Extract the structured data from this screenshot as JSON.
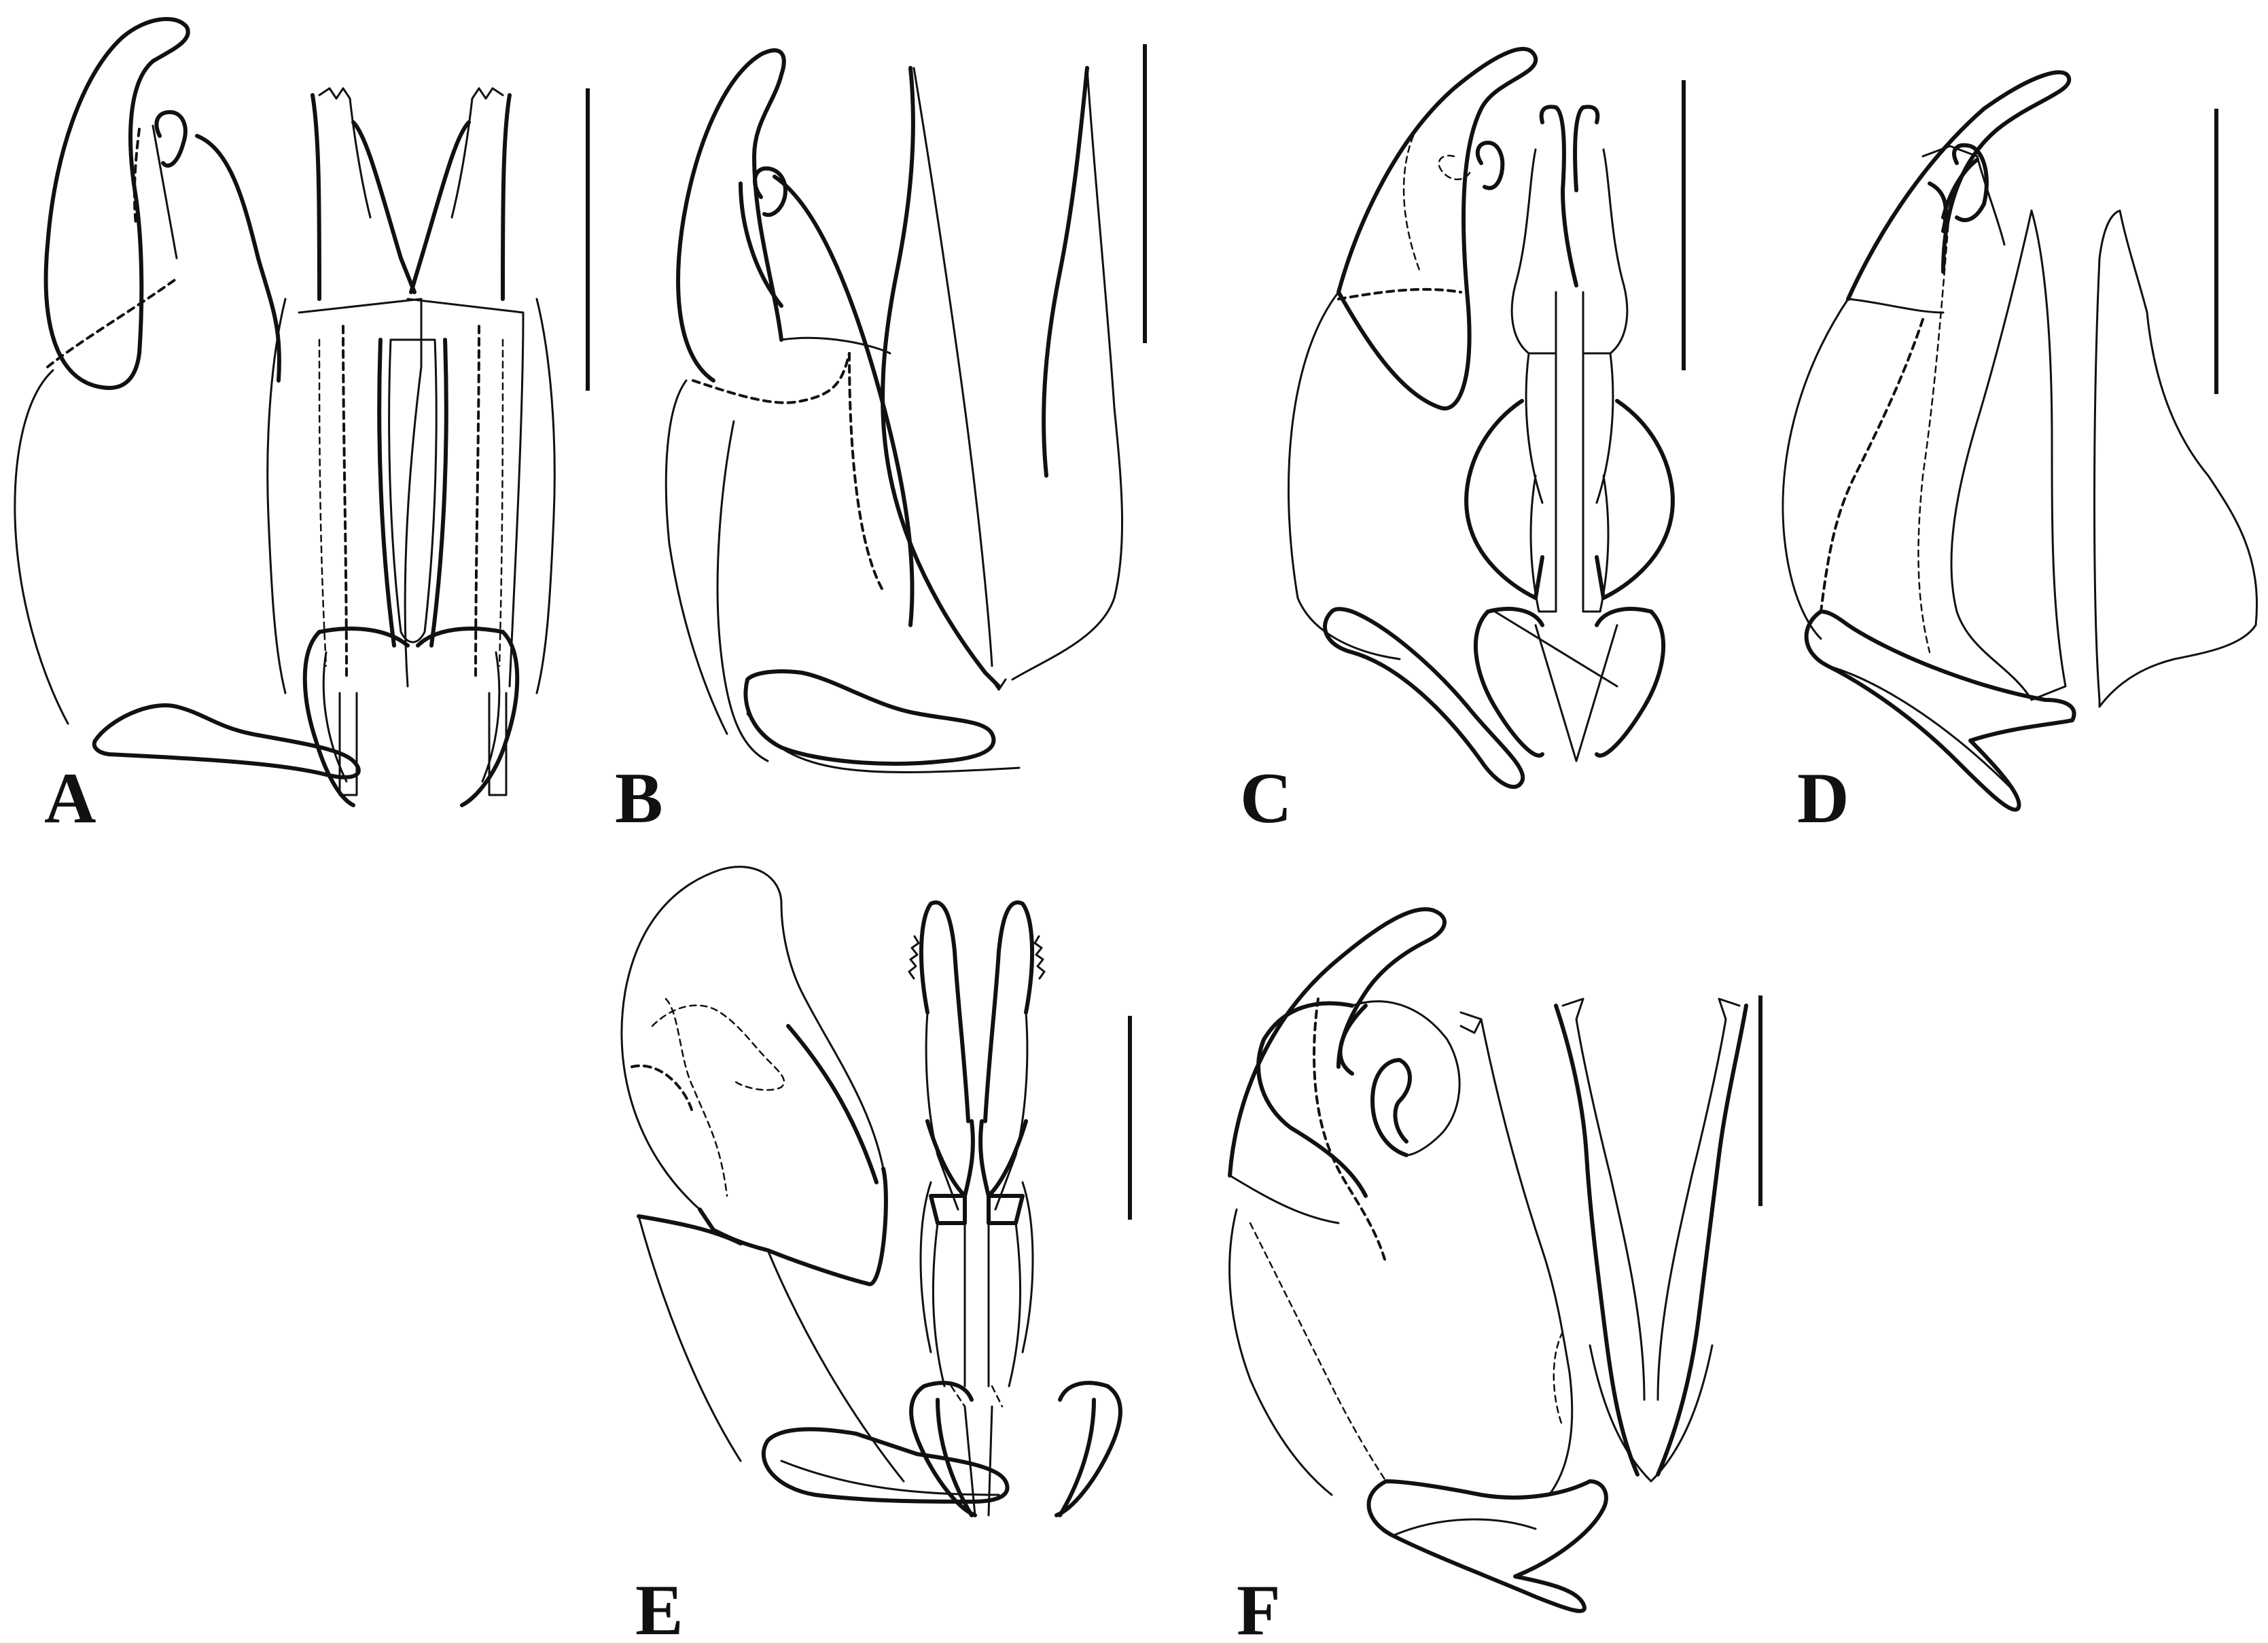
{
  "figure": {
    "panels": [
      {
        "id": "A",
        "label": "A"
      },
      {
        "id": "B",
        "label": "B"
      },
      {
        "id": "C",
        "label": "C"
      },
      {
        "id": "D",
        "label": "D"
      },
      {
        "id": "E",
        "label": "E"
      },
      {
        "id": "F",
        "label": "F"
      }
    ],
    "colors": {
      "ink": "#111111",
      "background": "#ffffff"
    }
  }
}
